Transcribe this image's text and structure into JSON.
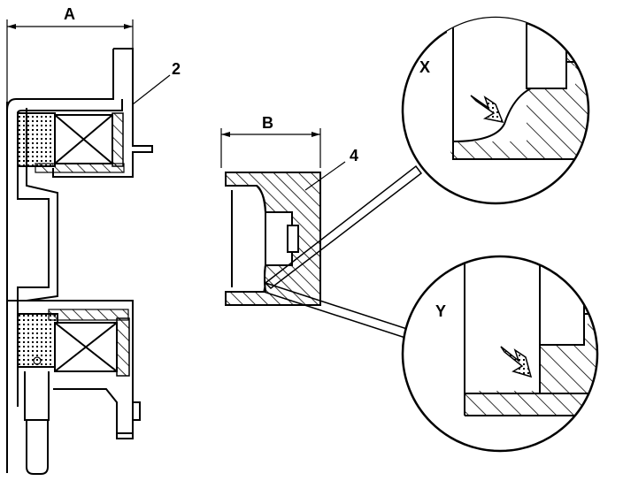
{
  "labels": {
    "dim_a": "A",
    "dim_b": "B",
    "part_2": "2",
    "part_4": "4",
    "detail_x": "X",
    "detail_y": "Y"
  }
}
